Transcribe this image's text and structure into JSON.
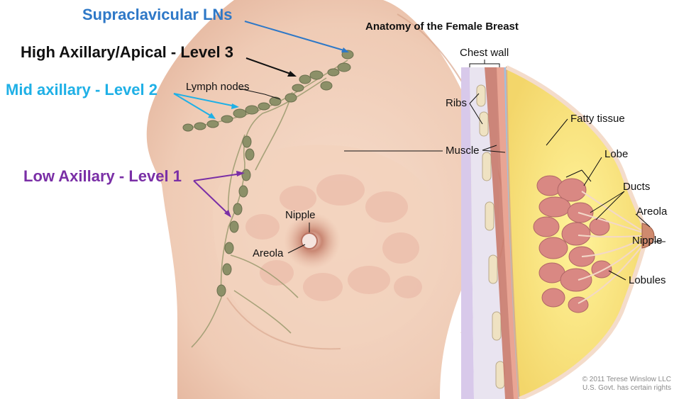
{
  "title": "Anatomy of the Female Breast",
  "lymph_levels": {
    "supraclavicular": {
      "text": "Supraclavicular LNs",
      "color": "#2e78c7"
    },
    "level3": {
      "text": "High Axillary/Apical - Level 3",
      "color": "#111111"
    },
    "level2": {
      "text": "Mid axillary - Level 2",
      "color": "#1fb0e6"
    },
    "level1": {
      "text": "Low Axillary - Level 1",
      "color": "#7a2fa6"
    }
  },
  "front_view": {
    "lymph_nodes": "Lymph nodes",
    "nipple": "Nipple",
    "areola": "Areola"
  },
  "cross_section": {
    "chest_wall": "Chest wall",
    "ribs": "Ribs",
    "muscle": "Muscle",
    "fatty_tissue": "Fatty tissue",
    "lobe": "Lobe",
    "ducts": "Ducts",
    "areola": "Areola",
    "nipple": "Nipple",
    "lobules": "Lobules"
  },
  "copyright": {
    "line1": "© 2011 Terese Winslow LLC",
    "line2": "U.S. Govt. has certain rights"
  }
}
